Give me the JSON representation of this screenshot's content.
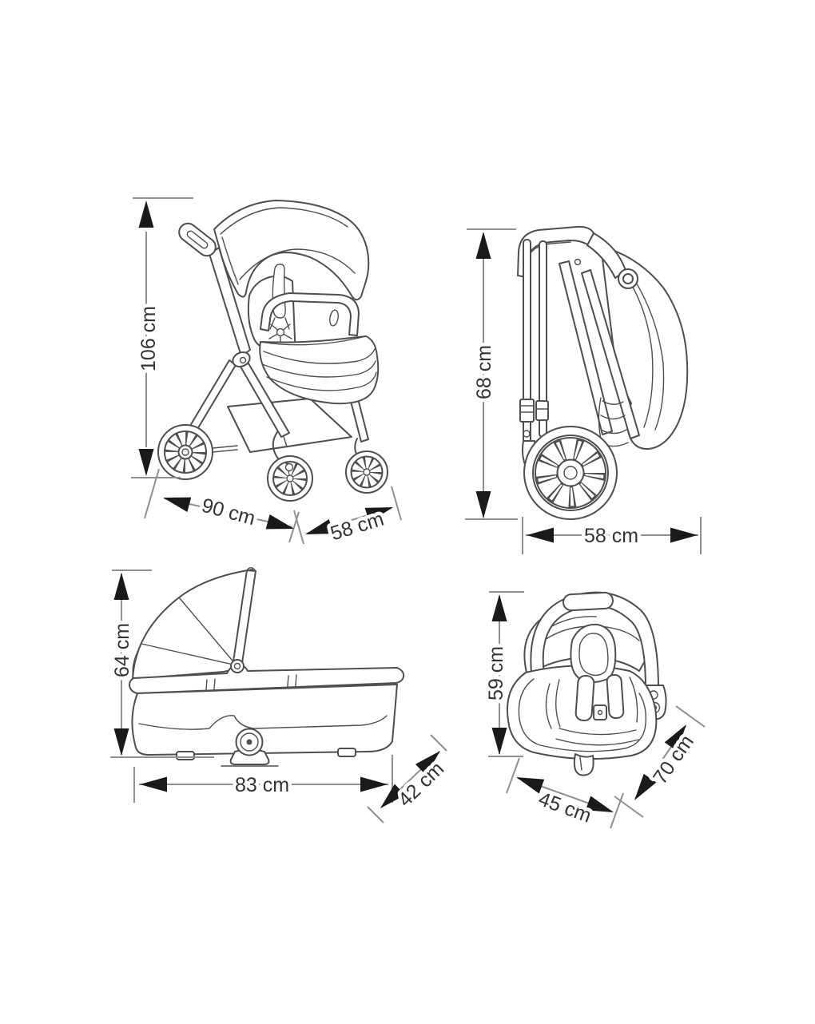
{
  "diagram": {
    "unit": "cm",
    "background": "#ffffff",
    "line_color": "#4e4e4e",
    "dimension_line_color": "#8f8f8f",
    "arrow_color": "#1a1a1a",
    "label_color": "#333333"
  },
  "panels": {
    "stroller_open": {
      "height": {
        "label": "106 cm",
        "value": 106
      },
      "length": {
        "label": "90 cm",
        "value": 90
      },
      "width": {
        "label": "58 cm",
        "value": 58
      }
    },
    "stroller_folded": {
      "height": {
        "label": "68 cm",
        "value": 68
      },
      "width": {
        "label": "58 cm",
        "value": 58
      }
    },
    "carrycot": {
      "height": {
        "label": "64 cm",
        "value": 64
      },
      "length": {
        "label": "83 cm",
        "value": 83
      },
      "width": {
        "label": "42 cm",
        "value": 42
      }
    },
    "car_seat": {
      "height": {
        "label": "59 cm",
        "value": 59
      },
      "width": {
        "label": "45 cm",
        "value": 45
      },
      "depth": {
        "label": "70 cm",
        "value": 70
      }
    }
  }
}
